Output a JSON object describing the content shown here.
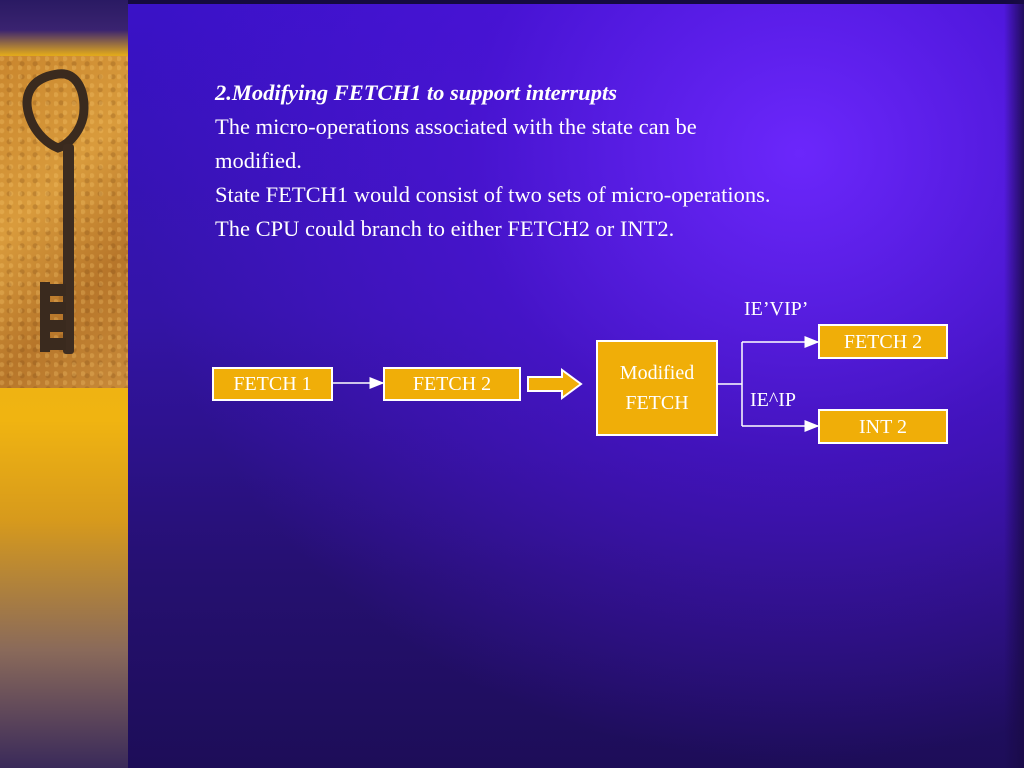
{
  "slide": {
    "heading": "2.Modifying FETCH1 to support interrupts",
    "lines": [
      "The micro-operations associated with the state can be",
      "modified.",
      "State FETCH1 would consist of two sets of micro-operations.",
      "The CPU could branch to either FETCH2 or INT2."
    ]
  },
  "diagram": {
    "nodes": {
      "fetch1": "FETCH 1",
      "fetch2": "FETCH 2",
      "modified": [
        "Modified",
        "FETCH"
      ],
      "branch_fetch2": "FETCH 2",
      "branch_int2": "INT 2"
    },
    "conditions": {
      "to_fetch2": "IE’VIP’",
      "to_int2": "IE^IP"
    },
    "colors": {
      "box_fill": "#f0ae08",
      "box_border": "#ffffff",
      "background": "#3a12c8"
    }
  },
  "decor": {
    "left_image": "rusty-key-photo"
  }
}
